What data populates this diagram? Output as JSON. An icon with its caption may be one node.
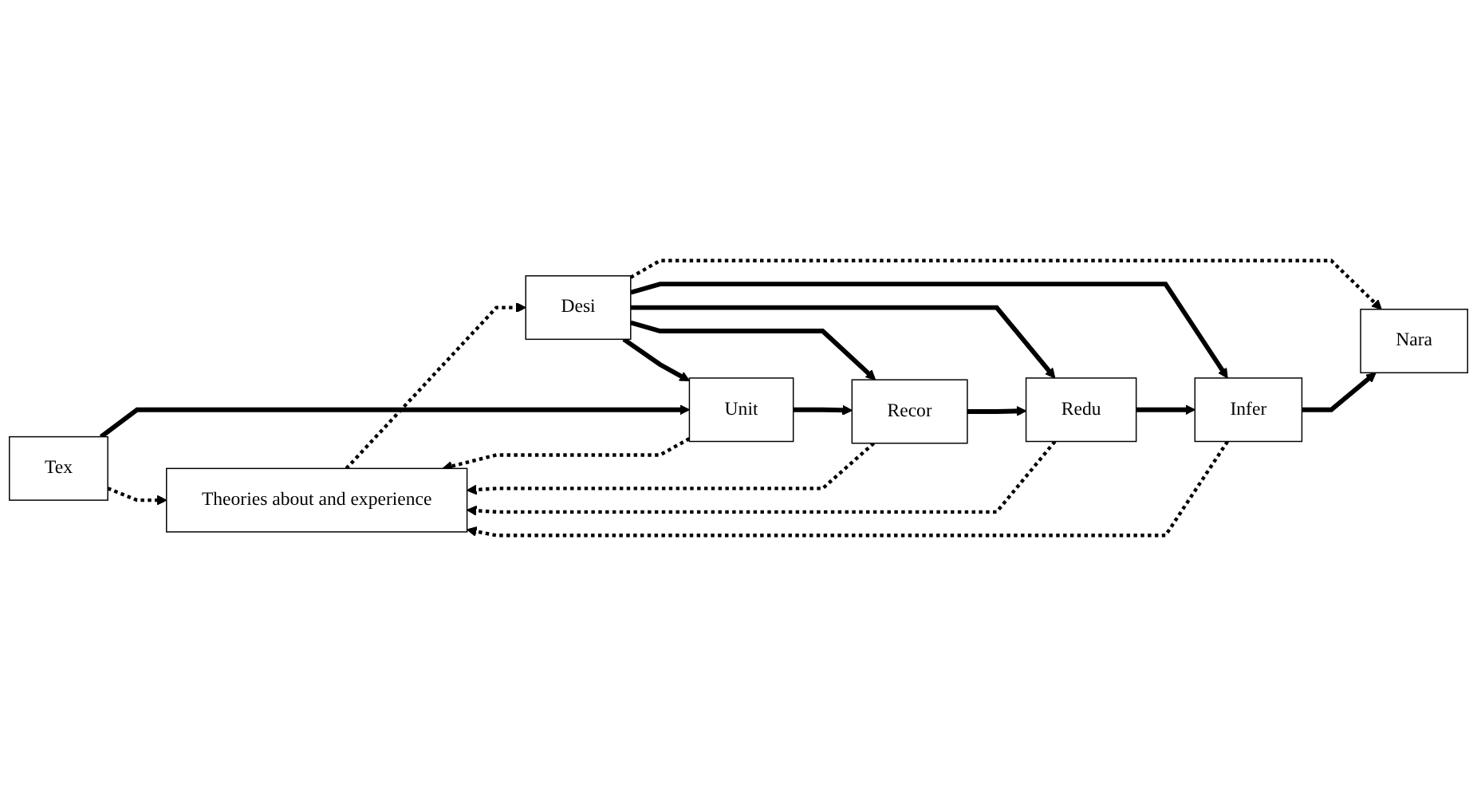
{
  "diagram": {
    "nodes": [
      {
        "text": [
          "Theories about and experience"
        ]
      },
      {
        "text": [
          "Desi"
        ]
      },
      {
        "text": [
          "Tex"
        ]
      },
      {
        "text": [
          "Unit"
        ]
      },
      {
        "text": [
          "Recor"
        ]
      },
      {
        "text": [
          "Redu"
        ]
      },
      {
        "text": [
          "Infer"
        ]
      },
      {
        "text": [
          "Nara"
        ]
      }
    ],
    "edges": [
      {
        "from": 0,
        "to": 1,
        "arrow": "to",
        "style": "dashed"
      },
      {
        "from": 1,
        "to": 7,
        "arrow": "to",
        "style": "dashed"
      },
      {
        "from": 1,
        "to": 3,
        "arrow": "to"
      },
      {
        "from": 1,
        "to": 4,
        "arrow": "to"
      },
      {
        "from": 1,
        "to": 5,
        "arrow": "to"
      },
      {
        "from": 1,
        "to": 6,
        "arrow": "to"
      },
      {
        "from": 2,
        "to": 3,
        "arrow": "to"
      },
      {
        "from": 3,
        "to": 4,
        "arrow": "to"
      },
      {
        "from": 4,
        "to": 5,
        "arrow": "to"
      },
      {
        "from": 5,
        "to": 6,
        "arrow": "to"
      },
      {
        "from": 6,
        "to": 7,
        "arrow": "to"
      },
      {
        "from": 2,
        "to": 0,
        "arrow": "to",
        "style": "dashed"
      },
      {
        "from": 3,
        "to": 0,
        "arrow": "to",
        "style": "dashed"
      },
      {
        "from": 4,
        "to": 0,
        "arrow": "to",
        "style": "dashed"
      },
      {
        "from": 5,
        "to": 0,
        "arrow": "to",
        "style": "dashed"
      },
      {
        "from": 6,
        "to": 0,
        "arrow": "to",
        "style": "dashed"
      }
    ]
  }
}
